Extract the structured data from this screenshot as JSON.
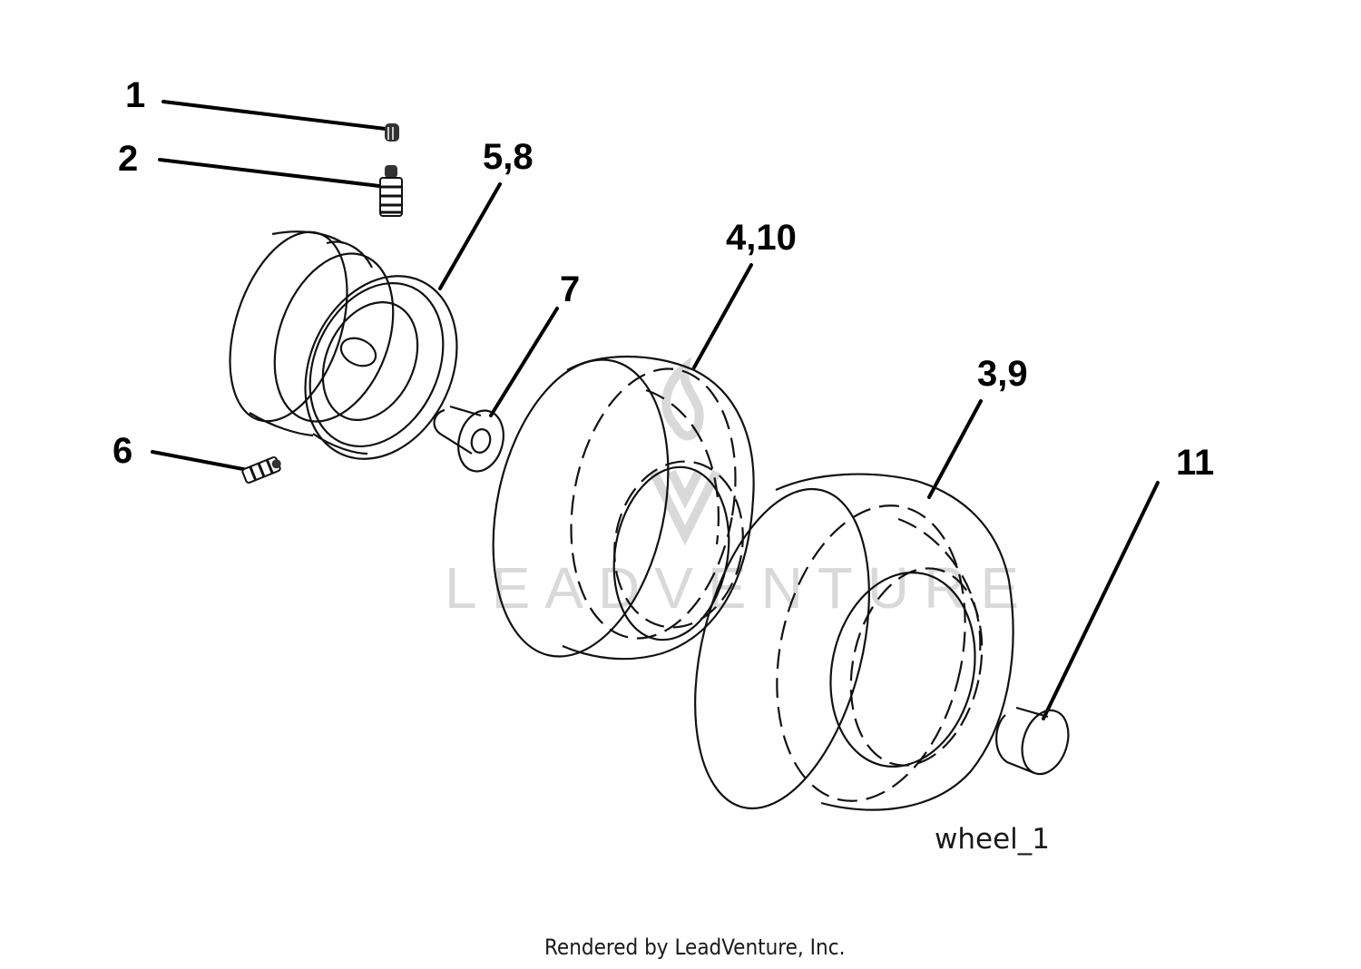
{
  "callouts": {
    "c1": "1",
    "c2": "2",
    "c58": "5,8",
    "c410": "4,10",
    "c7": "7",
    "c39": "3,9",
    "c6": "6",
    "c11": "11"
  },
  "caption": "wheel_1",
  "footer": "Rendered by LeadVenture, Inc.",
  "watermark": "LEADVENTURE",
  "colors": {
    "line": "#000000",
    "background": "#ffffff",
    "watermark": "#d9d9d9"
  }
}
